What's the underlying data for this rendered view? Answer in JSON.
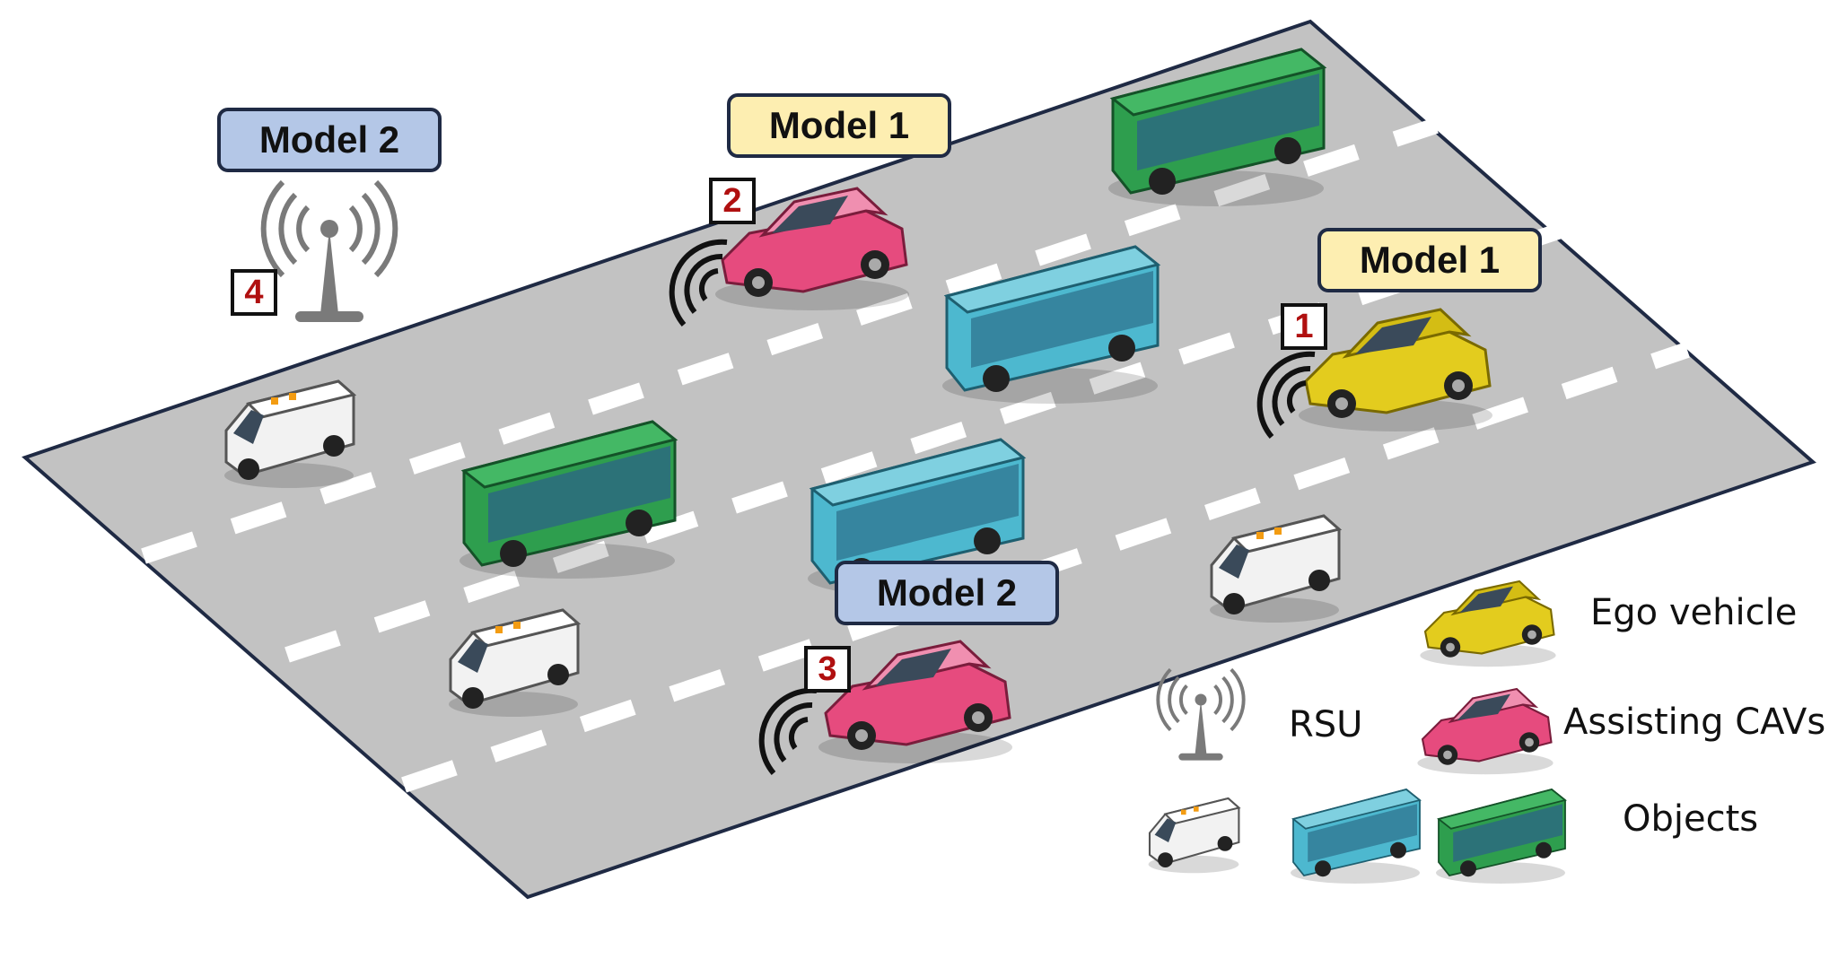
{
  "labels": {
    "model_rsu": "Model 2",
    "model_cav2": "Model 1",
    "model_ego": "Model 1",
    "model_cav3": "Model 2",
    "num_ego": "1",
    "num_cav2": "2",
    "num_cav3": "3",
    "num_rsu": "4"
  },
  "legend": {
    "ego": "Ego vehicle",
    "rsu": "RSU",
    "cav": "Assisting CAVs",
    "objects": "Objects"
  },
  "colors": {
    "road": "#c2c2c2",
    "road_border": "#1f2a44",
    "model1_fill": "#fdeeb1",
    "model2_fill": "#b4c7e7",
    "ego_car": "#e3cc1e",
    "cav_car": "#e64b7e",
    "bus_blue": "#4db8cf",
    "bus_green": "#2e9e4e",
    "van": "#f2f2f2",
    "number_red": "#b01010"
  },
  "icons": {
    "rsu": "antenna-tower-icon",
    "signal": "signal-waves-icon",
    "ego": "yellow-car-icon",
    "cav": "pink-car-icon",
    "bus": "bus-icon",
    "van": "van-icon"
  }
}
